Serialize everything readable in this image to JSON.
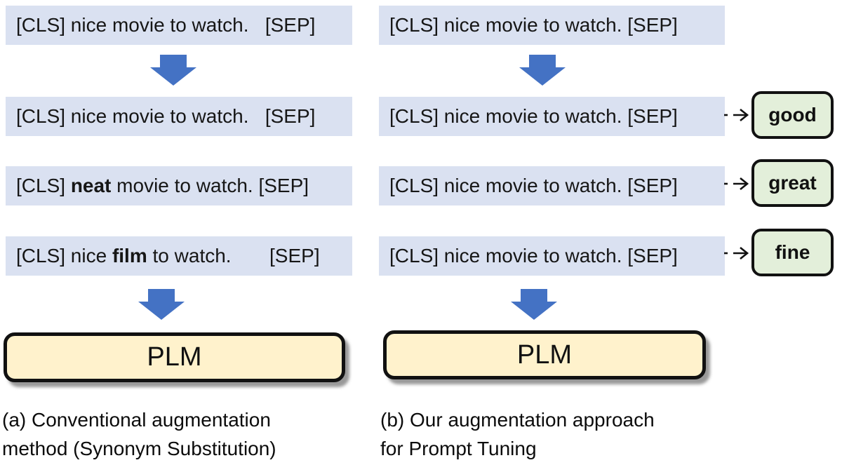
{
  "colors": {
    "sequence_box_bg": "#dae1f1",
    "arrow_blue": "#4472c4",
    "plm_fill": "#fff2cc",
    "label_fill": "#e3efda",
    "outline_black": "#111111",
    "background": "#ffffff"
  },
  "panel_a": {
    "input_row": {
      "prefix": "[CLS] nice movie to watch.   [SEP]",
      "bold": "",
      "suffix": ""
    },
    "aug_rows": [
      {
        "prefix": "[CLS] nice movie to watch.   [SEP]",
        "bold": "",
        "suffix": ""
      },
      {
        "prefix": "[CLS] ",
        "bold": "neat",
        "suffix": " movie to watch. [SEP]"
      },
      {
        "prefix": "[CLS] nice ",
        "bold": "film",
        "suffix": " to watch.       [SEP]"
      }
    ],
    "plm_label": "PLM",
    "caption_line1": "(a) Conventional augmentation",
    "caption_line2": "method (Synonym Substitution)"
  },
  "panel_b": {
    "input_row": {
      "prefix": "[CLS] nice movie to watch. [SEP]",
      "bold": "",
      "suffix": ""
    },
    "aug_rows": [
      {
        "prefix": "[CLS] nice movie to watch. [SEP]",
        "bold": "",
        "suffix": "",
        "label": "good"
      },
      {
        "prefix": "[CLS] nice movie to watch. [SEP]",
        "bold": "",
        "suffix": "",
        "label": "great"
      },
      {
        "prefix": "[CLS] nice movie to watch. [SEP]",
        "bold": "",
        "suffix": "",
        "label": "fine"
      }
    ],
    "plm_label": "PLM",
    "caption_line1": "(b) Our augmentation approach",
    "caption_line2": "for Prompt Tuning"
  }
}
